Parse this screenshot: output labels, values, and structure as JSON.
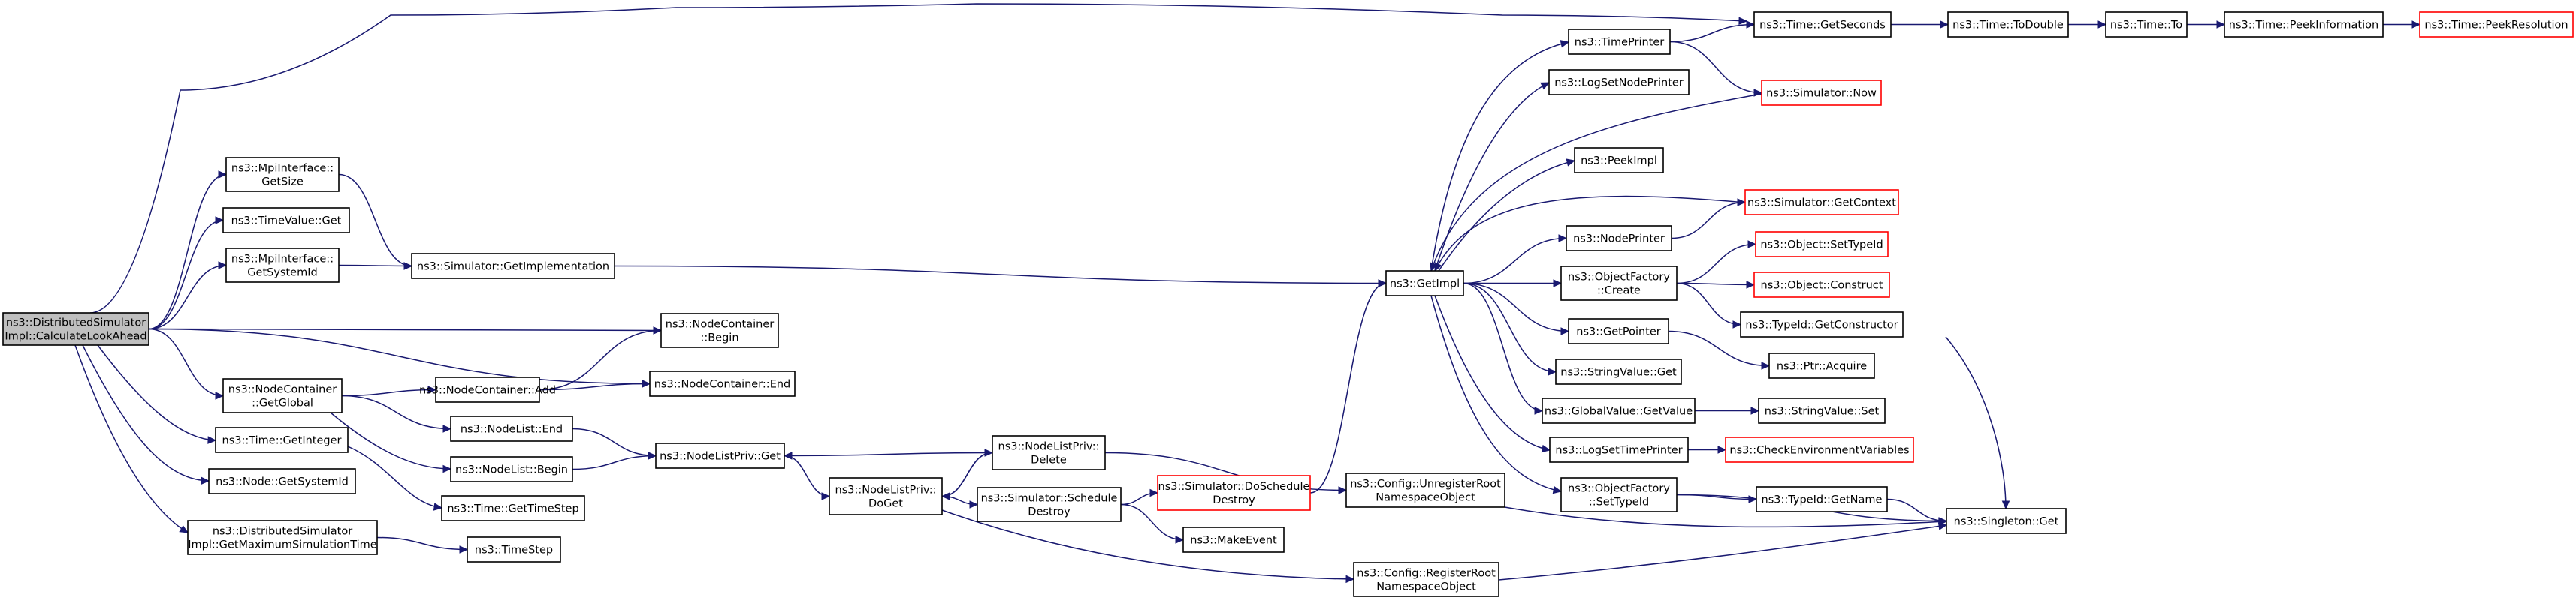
{
  "diagram": {
    "nodes": {
      "root": [
        "ns3::DistributedSimulator",
        "Impl::CalculateLookAhead"
      ],
      "mpiGetSize": [
        "ns3::MpiInterface::",
        "GetSize"
      ],
      "timeValueGet": [
        "ns3::TimeValue::Get"
      ],
      "mpiGetSystemId": [
        "ns3::MpiInterface::",
        "GetSystemId"
      ],
      "nodeContainerGetGlobal": [
        "ns3::NodeContainer",
        "::GetGlobal"
      ],
      "timeGetInteger": [
        "ns3::Time::GetInteger"
      ],
      "nodeGetSystemId": [
        "ns3::Node::GetSystemId"
      ],
      "getMaxSimTime": [
        "ns3::DistributedSimulator",
        "Impl::GetMaximumSimulationTime"
      ],
      "simGetImplementation": [
        "ns3::Simulator::GetImplementation"
      ],
      "nodeContainerAdd": [
        "ns3::NodeContainer::Add"
      ],
      "nodeListEnd": [
        "ns3::NodeList::End"
      ],
      "nodeListBegin": [
        "ns3::NodeList::Begin"
      ],
      "timeGetTimeStep": [
        "ns3::Time::GetTimeStep"
      ],
      "timeStep": [
        "ns3::TimeStep"
      ],
      "nodeContainerBegin": [
        "ns3::NodeContainer",
        "::Begin"
      ],
      "nodeContainerEnd": [
        "ns3::NodeContainer::End"
      ],
      "nodeListPrivGet": [
        "ns3::NodeListPriv::Get"
      ],
      "nodeListPrivDoGet": [
        "ns3::NodeListPriv::",
        "DoGet"
      ],
      "nodeListPrivDelete": [
        "ns3::NodeListPriv::",
        "Delete"
      ],
      "simScheduleDestroy": [
        "ns3::Simulator::Schedule",
        "Destroy"
      ],
      "makeEvent": [
        "ns3::MakeEvent"
      ],
      "simDoScheduleDestroy": [
        "ns3::Simulator::DoSchedule",
        "Destroy"
      ],
      "configUnregister": [
        "ns3::Config::UnregisterRoot",
        "NamespaceObject"
      ],
      "configRegister": [
        "ns3::Config::RegisterRoot",
        "NamespaceObject"
      ],
      "getImpl": [
        "ns3::GetImpl"
      ],
      "timePrinter": [
        "ns3::TimePrinter"
      ],
      "logSetNodePrinter": [
        "ns3::LogSetNodePrinter"
      ],
      "peekImpl": [
        "ns3::PeekImpl"
      ],
      "nodePrinter": [
        "ns3::NodePrinter"
      ],
      "objectFactoryCreate": [
        "ns3::ObjectFactory",
        "::Create"
      ],
      "getPointer": [
        "ns3::GetPointer"
      ],
      "stringValueGet": [
        "ns3::StringValue::Get"
      ],
      "globalValueGetValue": [
        "ns3::GlobalValue::GetValue"
      ],
      "logSetTimePrinter": [
        "ns3::LogSetTimePrinter"
      ],
      "objectFactorySetTypeId": [
        "ns3::ObjectFactory",
        "::SetTypeId"
      ],
      "timeGetSeconds": [
        "ns3::Time::GetSeconds"
      ],
      "timeToDouble": [
        "ns3::Time::ToDouble"
      ],
      "timeTo": [
        "ns3::Time::To"
      ],
      "timePeekInformation": [
        "ns3::Time::PeekInformation"
      ],
      "timePeekResolution": [
        "ns3::Time::PeekResolution"
      ],
      "simulatorNow": [
        "ns3::Simulator::Now"
      ],
      "simGetContext": [
        "ns3::Simulator::GetContext"
      ],
      "objectSetTypeId": [
        "ns3::Object::SetTypeId"
      ],
      "objectConstruct": [
        "ns3::Object::Construct"
      ],
      "typeIdGetConstructor": [
        "ns3::TypeId::GetConstructor"
      ],
      "ptrAcquire": [
        "ns3::Ptr::Acquire"
      ],
      "stringValueSet": [
        "ns3::StringValue::Set"
      ],
      "checkEnvVars": [
        "ns3::CheckEnvironmentVariables"
      ],
      "typeIdGetName": [
        "ns3::TypeId::GetName"
      ],
      "singletonGet": [
        "ns3::Singleton::Get"
      ]
    },
    "red_nodes": [
      "timePeekResolution",
      "simulatorNow",
      "simGetContext",
      "objectSetTypeId",
      "objectConstruct",
      "checkEnvVars",
      "simDoScheduleDestroy"
    ],
    "root_node": "root",
    "edges": [
      [
        "root",
        "timeGetSeconds"
      ],
      [
        "root",
        "mpiGetSize"
      ],
      [
        "root",
        "timeValueGet"
      ],
      [
        "root",
        "mpiGetSystemId"
      ],
      [
        "root",
        "nodeContainerBegin"
      ],
      [
        "root",
        "nodeContainerEnd"
      ],
      [
        "root",
        "nodeContainerGetGlobal"
      ],
      [
        "root",
        "timeGetInteger"
      ],
      [
        "root",
        "nodeGetSystemId"
      ],
      [
        "root",
        "getMaxSimTime"
      ],
      [
        "mpiGetSize",
        "simGetImplementation"
      ],
      [
        "mpiGetSystemId",
        "simGetImplementation"
      ],
      [
        "simGetImplementation",
        "getImpl"
      ],
      [
        "nodeContainerGetGlobal",
        "nodeContainerAdd"
      ],
      [
        "nodeContainerGetGlobal",
        "nodeListEnd"
      ],
      [
        "nodeContainerGetGlobal",
        "nodeListBegin"
      ],
      [
        "nodeContainerAdd",
        "nodeContainerBegin"
      ],
      [
        "nodeContainerAdd",
        "nodeContainerEnd"
      ],
      [
        "timeGetInteger",
        "timeGetTimeStep"
      ],
      [
        "getMaxSimTime",
        "timeStep"
      ],
      [
        "nodeListEnd",
        "nodeListPrivGet"
      ],
      [
        "nodeListBegin",
        "nodeListPrivGet"
      ],
      [
        "nodeListPrivGet",
        "nodeListPrivDoGet"
      ],
      [
        "nodeListPrivDoGet",
        "nodeListPrivDelete"
      ],
      [
        "nodeListPrivDoGet",
        "simScheduleDestroy"
      ],
      [
        "nodeListPrivDoGet",
        "configRegister"
      ],
      [
        "nodeListPrivDelete",
        "nodeListPrivGet"
      ],
      [
        "nodeListPrivDelete",
        "nodeListPrivDoGet"
      ],
      [
        "nodeListPrivDelete",
        "configUnregister"
      ],
      [
        "simScheduleDestroy",
        "simDoScheduleDestroy"
      ],
      [
        "simScheduleDestroy",
        "makeEvent"
      ],
      [
        "simDoScheduleDestroy",
        "getImpl"
      ],
      [
        "configUnregister",
        "singletonGet"
      ],
      [
        "configRegister",
        "singletonGet"
      ],
      [
        "getImpl",
        "timePrinter"
      ],
      [
        "getImpl",
        "logSetNodePrinter"
      ],
      [
        "getImpl",
        "peekImpl"
      ],
      [
        "getImpl",
        "nodePrinter"
      ],
      [
        "getImpl",
        "objectFactoryCreate"
      ],
      [
        "getImpl",
        "getPointer"
      ],
      [
        "getImpl",
        "stringValueGet"
      ],
      [
        "getImpl",
        "globalValueGetValue"
      ],
      [
        "getImpl",
        "logSetTimePrinter"
      ],
      [
        "getImpl",
        "objectFactorySetTypeId"
      ],
      [
        "timePrinter",
        "timeGetSeconds"
      ],
      [
        "timePrinter",
        "simulatorNow"
      ],
      [
        "simulatorNow",
        "getImpl"
      ],
      [
        "simGetContext",
        "getImpl"
      ],
      [
        "nodePrinter",
        "simGetContext"
      ],
      [
        "objectFactoryCreate",
        "objectSetTypeId"
      ],
      [
        "objectFactoryCreate",
        "objectConstruct"
      ],
      [
        "objectFactoryCreate",
        "typeIdGetConstructor"
      ],
      [
        "getPointer",
        "ptrAcquire"
      ],
      [
        "globalValueGetValue",
        "stringValueSet"
      ],
      [
        "logSetTimePrinter",
        "checkEnvVars"
      ],
      [
        "objectFactorySetTypeId",
        "typeIdGetName"
      ],
      [
        "objectFactorySetTypeId",
        "singletonGet"
      ],
      [
        "typeIdGetConstructor",
        "singletonGet"
      ],
      [
        "typeIdGetName",
        "singletonGet"
      ],
      [
        "timeGetSeconds",
        "timeToDouble"
      ],
      [
        "timeToDouble",
        "timeTo"
      ],
      [
        "timeTo",
        "timePeekInformation"
      ],
      [
        "timePeekInformation",
        "timePeekResolution"
      ]
    ]
  }
}
